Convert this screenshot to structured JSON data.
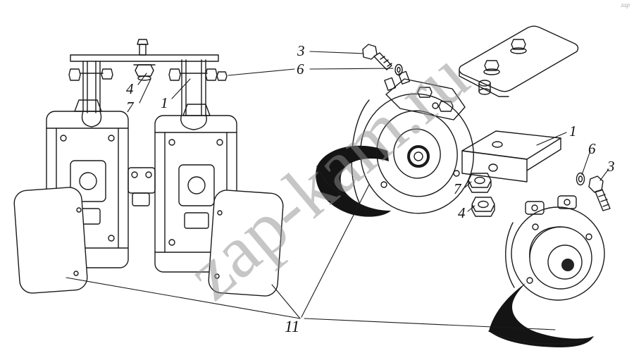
{
  "diagram": {
    "description": "Exploded parts diagram of signal horns with mounting brackets and fasteners",
    "callouts": [
      {
        "id": "c3-top",
        "text": "3"
      },
      {
        "id": "c6-top",
        "text": "6"
      },
      {
        "id": "c4-left",
        "text": "4"
      },
      {
        "id": "c7-left",
        "text": "7"
      },
      {
        "id": "c1-left",
        "text": "1"
      },
      {
        "id": "c1-right",
        "text": "1"
      },
      {
        "id": "c6-right",
        "text": "6"
      },
      {
        "id": "c3-right",
        "text": "3"
      },
      {
        "id": "c7-mid",
        "text": "7"
      },
      {
        "id": "c4-mid",
        "text": "4"
      },
      {
        "id": "c11",
        "text": "11"
      }
    ]
  },
  "watermark": {
    "text": "zap-kam.ru",
    "corner_text": "zap",
    "color": "#8f8f8f"
  }
}
